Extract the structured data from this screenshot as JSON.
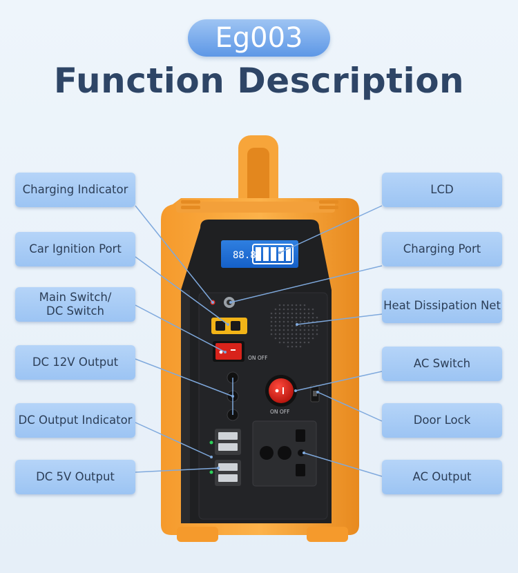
{
  "badge": "Eg003",
  "title": "Function Description",
  "left_labels": {
    "charging_indicator": "Charging Indicator",
    "car_ignition_port": "Car Ignition Port",
    "main_switch": "Main Switch/\nDC Switch",
    "dc_12v_output": "DC 12V Output",
    "dc_output_indicator": "DC Output Indicator",
    "dc_5v_output": "DC 5V Output"
  },
  "right_labels": {
    "lcd": "LCD",
    "charging_port": "Charging Port",
    "heat_dissipation_net": "Heat Dissipation Net",
    "ac_switch": "AC Switch",
    "door_lock": "Door Lock",
    "ac_output": "AC Output"
  },
  "device": {
    "lcd_reading": "88.8",
    "switch_caption": "ON OFF",
    "ac_switch_caption": "ON OFF"
  },
  "colors": {
    "accent": "#5d97e6",
    "label_bg": "#a9cdf6",
    "body_orange": "#f7a53a",
    "panel_black": "#1f2022"
  }
}
